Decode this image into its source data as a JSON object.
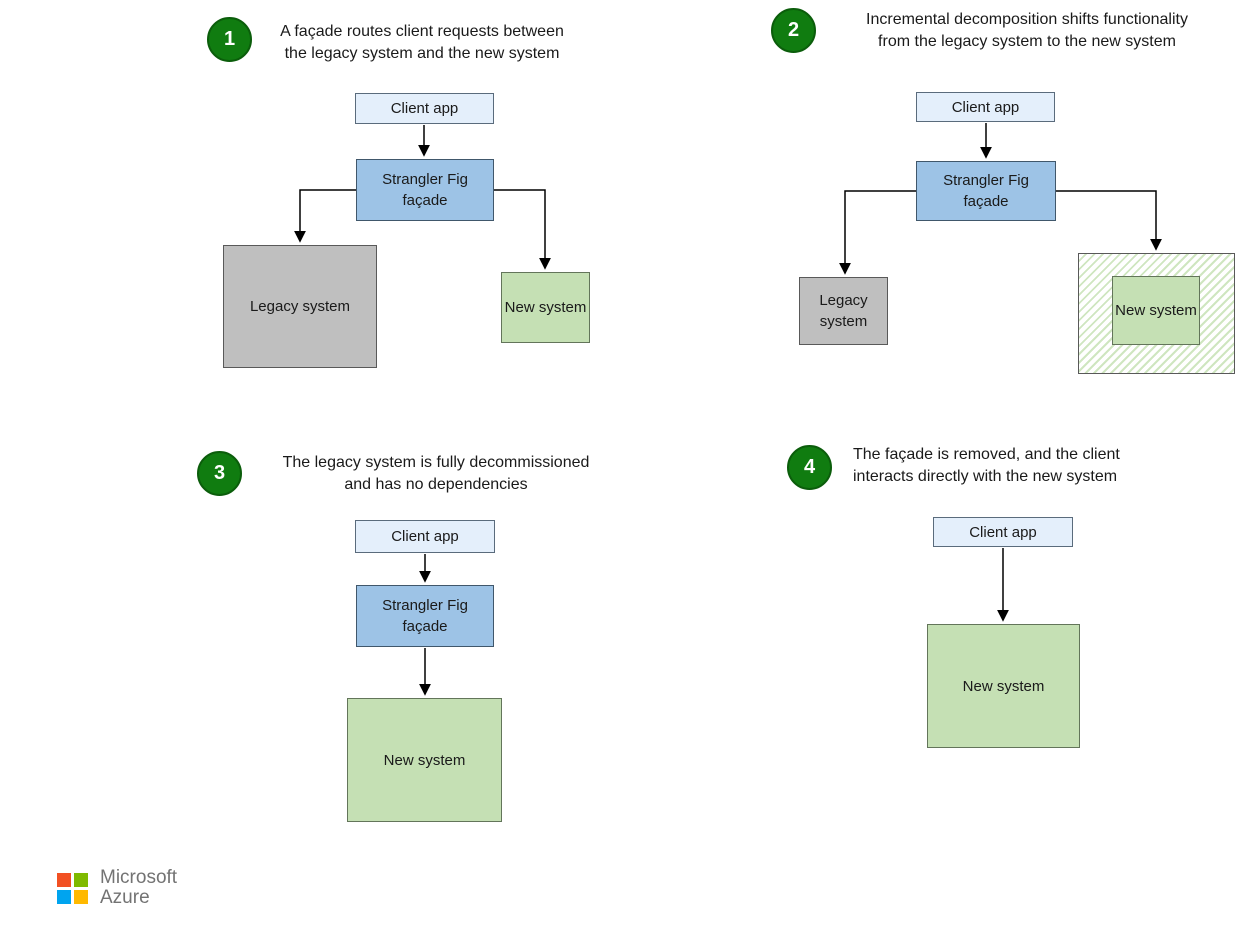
{
  "panels": [
    {
      "number": "1",
      "line1": "A façade routes client requests between",
      "line2": "the legacy system and the new system"
    },
    {
      "number": "2",
      "line1": "Incremental decomposition shifts functionality",
      "line2": "from the legacy system to the new system"
    },
    {
      "number": "3",
      "line1": "The legacy system is fully decommissioned",
      "line2": "and has no dependencies"
    },
    {
      "number": "4",
      "line1": "The façade is removed, and the client",
      "line2": "interacts directly with the new system"
    }
  ],
  "labels": {
    "client_app": "Client app",
    "facade": "Strangler Fig façade",
    "legacy_system": "Legacy system",
    "new_system": "New system"
  },
  "footer": {
    "brand_top": "Microsoft",
    "brand_bottom": "Azure"
  },
  "colors": {
    "step_badge": "#107C10",
    "client_app_fill": "#e4effb",
    "facade_fill": "#9dc3e6",
    "legacy_fill": "#bfbfbf",
    "new_system_fill": "#c5e0b4",
    "logo_red": "#f25022",
    "logo_green": "#7fba00",
    "logo_blue": "#00a4ef",
    "logo_yellow": "#ffb900"
  }
}
